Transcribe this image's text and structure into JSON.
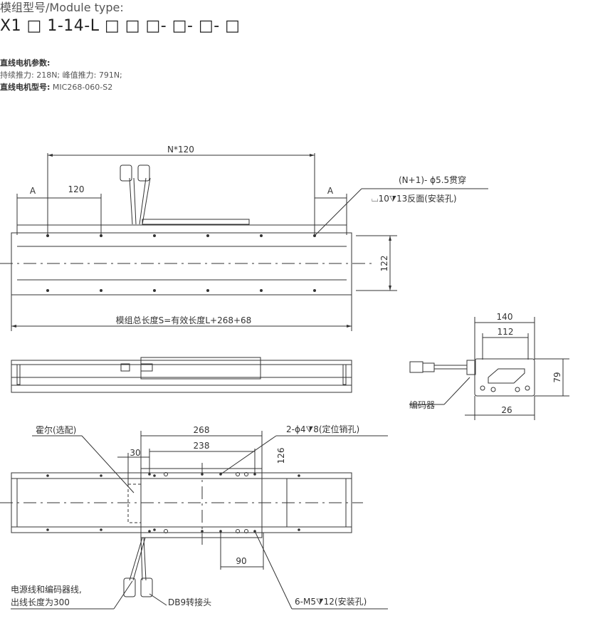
{
  "header": {
    "module_type_label": "模组型号/Module type:",
    "model_code": "X1 □ 1-14-L □ □ □- □- □- □"
  },
  "params": {
    "title": "直线电机参数:",
    "thrust": "持续推力: 218N;  峰值推力: 791N;",
    "model_label": "直线电机型号:",
    "model_value": " MIC268-060-S2"
  },
  "dims": {
    "n120": "N*120",
    "a_left": "A",
    "a_right": "A",
    "d120": "120",
    "holes": "(N+1)- ϕ5.5贯穿",
    "counterbore": "⌴10⧩13反面(安装孔)",
    "d122": "122",
    "total_length": "模组总长度S=有效长度L+268+68",
    "d140": "140",
    "d112": "112",
    "d79": "79",
    "d26": "26",
    "encoder": "编码器",
    "hall": "霍尔(选配)",
    "d268": "268",
    "d238": "238",
    "d30": "30",
    "pin_holes": "2-ϕ4⧩8(定位销孔)",
    "d126": "126",
    "d90": "90",
    "cable": "电源线和编码器线,",
    "cable_len": "出线长度为300",
    "db9": "DB9转接头",
    "mount_holes": "6-M5⧩12(安装孔)"
  },
  "colors": {
    "line": "#333333",
    "text": "#333333"
  }
}
